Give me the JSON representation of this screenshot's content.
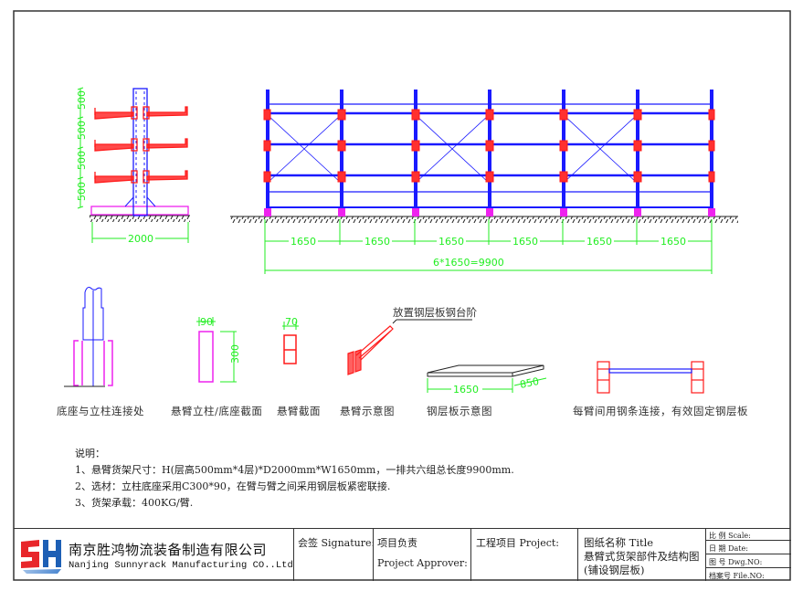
{
  "colors": {
    "frame": "#333333",
    "column": "#1a1aff",
    "arm": "#ff1a1a",
    "base": "#ee22ee",
    "dimension": "#22ee22",
    "logo_red": "#e8262a",
    "logo_blue": "#1d5fb5"
  },
  "side_view": {
    "level_dims": [
      "500",
      "500",
      "500",
      "500"
    ],
    "depth_dim": "2000"
  },
  "front_view": {
    "bay_dims": [
      "1650",
      "1650",
      "1650",
      "1650",
      "1650",
      "1650"
    ],
    "total_dim": "6*1650=9900"
  },
  "details": {
    "base_column_joint": {
      "caption": "底座与立柱连接处"
    },
    "column_section": {
      "caption": "悬臂立柱/底座截面",
      "width_dim": "90",
      "height_dim": "300"
    },
    "arm_section": {
      "caption": "悬臂截面",
      "width_dim": "70"
    },
    "arm_sketch": {
      "caption": "悬臂示意图",
      "callout": "放置钢层板钢台阶"
    },
    "deck_sketch": {
      "caption": "钢层板示意图",
      "length_dim": "1650",
      "width_dim": "850"
    },
    "tie_sketch": {
      "caption": "每臂间用钢条连接，有效固定钢层板"
    }
  },
  "notes": {
    "heading": "说明：",
    "items": [
      "1、悬臂货架尺寸：H(层高500mm*4层)*D2000mm*W1650mm，一排共六组总长度9900mm.",
      "2、选材：立柱底座采用C300*90，在臂与臂之间采用钢层板紧密联接.",
      "3、货架承载：400KG/臂."
    ]
  },
  "title_block": {
    "logo_text": "SH",
    "company_cn": "南京胜鸿物流装备制造有限公司",
    "company_en": "Nanjing Sunnyrack Manufacturing CO..Ltd",
    "signature_label": "会签 Signature:",
    "approver_cn": "项目负责",
    "approver_en": "Project Approver:",
    "project_label": "工程项目 Project:",
    "title_label": "图纸名称 Title",
    "title_line1": "悬臂式货架部件及结构图",
    "title_line2": "(铺设钢层板)",
    "scale_label": "比  例 Scale:",
    "date_label": "日  期 Date:",
    "dwg_label": "图  号 Dwg.NO:",
    "file_label": "档案号 File.NO:"
  }
}
